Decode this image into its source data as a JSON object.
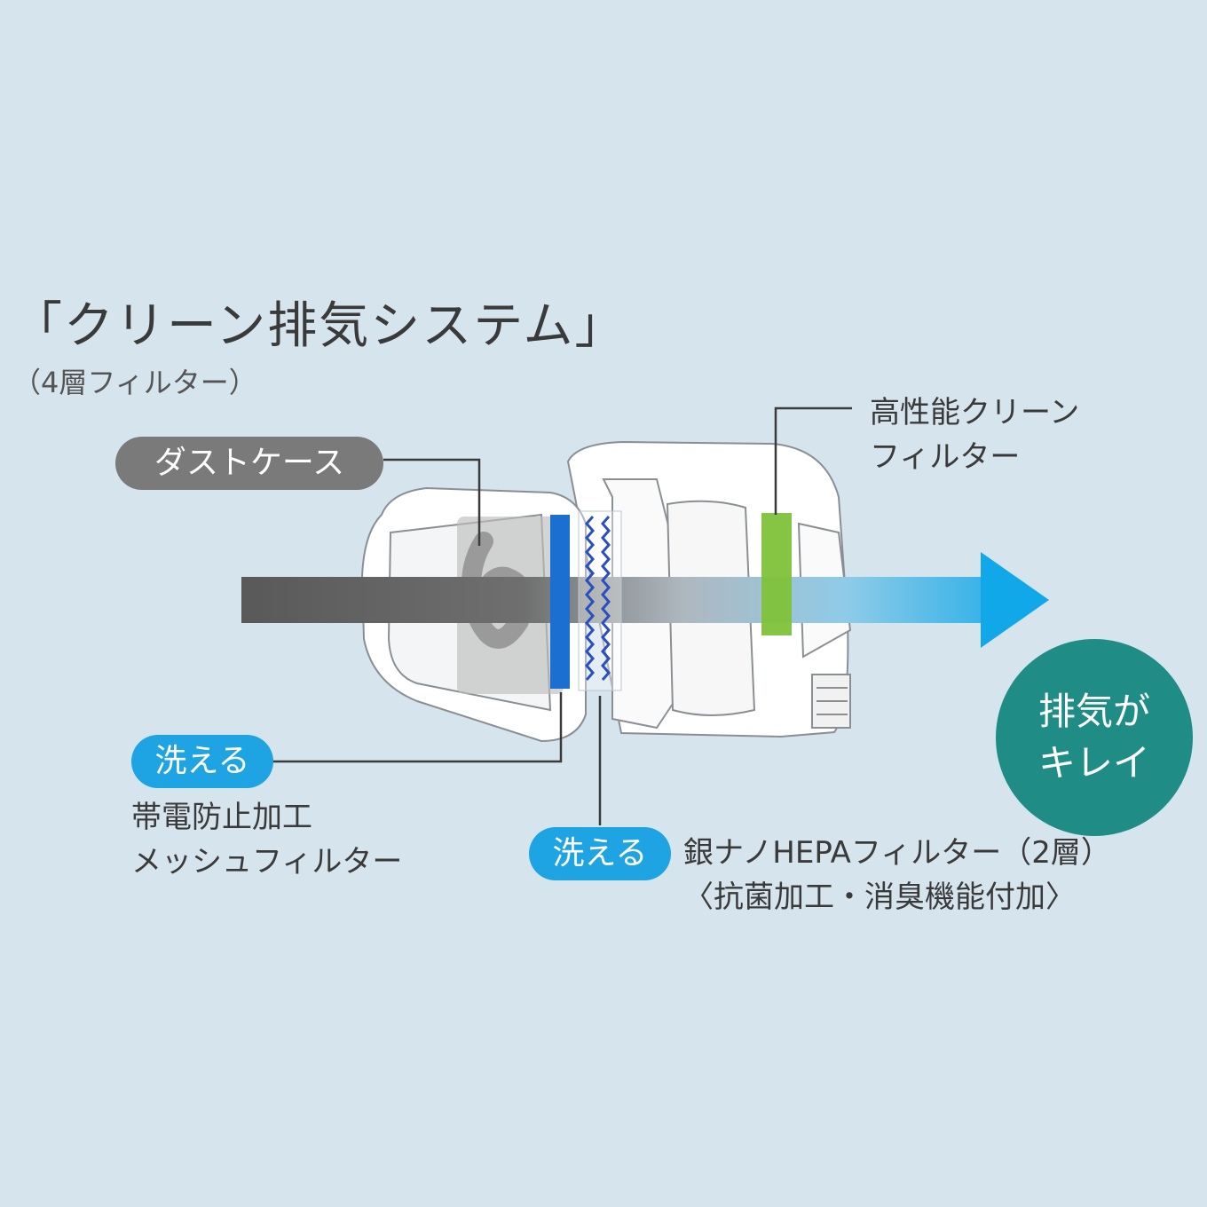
{
  "title": "「クリーン排気システム」",
  "subtitle": "（4層フィルター）",
  "labels": {
    "dust_case": "ダストケース",
    "high_perf_line1": "高性能クリーン",
    "high_perf_line2": "フィルター",
    "washable": "洗える",
    "mesh_line1": "帯電防止加工",
    "mesh_line2": "メッシュフィルター",
    "hepa_line1": "銀ナノHEPAフィルター（2層）",
    "hepa_line2": "〈抗菌加工・消臭機能付加〉"
  },
  "badge": {
    "line1": "排気が",
    "line2": "キレイ"
  },
  "colors": {
    "background": "#d6e4ed",
    "dust_pill": "#7a7a7a",
    "wash_pill": "#1ea3e3",
    "badge": "#1f8d86",
    "mesh_filter": "#1a6fd1",
    "hepa_wave": "#2a4fbf",
    "green_filter": "#7fc23a",
    "arrow_start": "#555555",
    "arrow_end": "#10a8e8"
  }
}
